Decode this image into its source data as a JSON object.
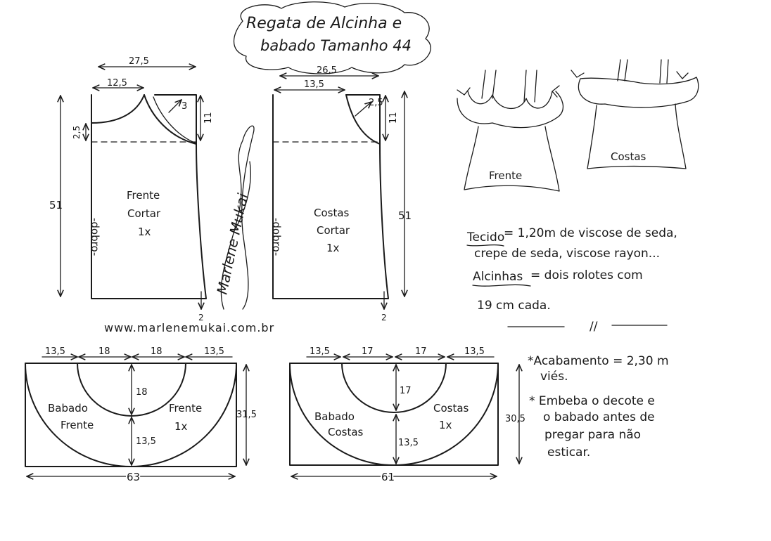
{
  "title": {
    "line1": "Regata de Alcinha e",
    "line2": "babado Tamanho 44"
  },
  "website": "www.marlenemukai.com.br",
  "signature": "Marlene Mukai",
  "front_piece": {
    "label": [
      "Frente",
      "Cortar",
      "1x"
    ],
    "fold": "-dobro-",
    "dims": {
      "width": "27,5",
      "top": "12,5",
      "armhole": "3",
      "drop": "2,5",
      "shoulder": "11",
      "height": "51",
      "hem": "2"
    }
  },
  "back_piece": {
    "label": [
      "Costas",
      "Cortar",
      "1x"
    ],
    "fold": "-dobro-",
    "dims": {
      "width": "26,5",
      "top": "13,5",
      "armhole": "2,5",
      "shoulder": "11",
      "height": "51",
      "hem": "2"
    }
  },
  "illustrations": {
    "front": "Frente",
    "back": "Costas"
  },
  "notes": {
    "tecido_label": "Tecido",
    "tecido_line1": "= 1,20m de viscose de seda,",
    "tecido_line2": "crepe de seda, viscose rayon...",
    "alcinhas_label": "Alcinhas",
    "alcinhas_line1": "= dois rolotes com",
    "alcinhas_line2": "19 cm cada.",
    "separator": "//",
    "acabamento_line1": "*Acabamento = 2,30 m",
    "acabamento_line2": "viés.",
    "embeba_line1": "* Embeba o decote e",
    "embeba_line2": "o babado antes de",
    "embeba_line3": "pregar para não",
    "embeba_line4": "esticar."
  },
  "ruffle_front": {
    "label_left": [
      "Babado",
      "Frente"
    ],
    "label_right": [
      "Frente",
      "1x"
    ],
    "dims": {
      "a": "13,5",
      "b": "18",
      "c": "18",
      "d": "13,5",
      "inner": "18",
      "outer": "13,5",
      "height": "31,5",
      "width": "63"
    }
  },
  "ruffle_back": {
    "label_left": [
      "Babado",
      "Costas"
    ],
    "label_right": [
      "Costas",
      "1x"
    ],
    "dims": {
      "a": "13,5",
      "b": "17",
      "c": "17",
      "d": "13,5",
      "inner": "17",
      "outer": "13,5",
      "height": "30,5",
      "width": "61"
    }
  }
}
